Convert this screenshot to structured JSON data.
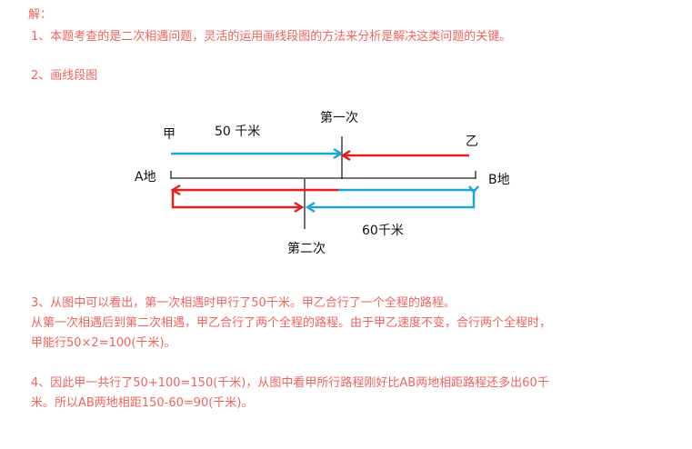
{
  "solution": {
    "heading": "解：",
    "p1": "1、本题考查的是二次相遇问题，灵活的运用画线段图的方法来分析是解决这类问题的关键。",
    "p2": "2、画线段图",
    "p3_1": "3、从图中可以看出，第一次相遇时甲行了50千米。甲乙合行了一个全程的路程。",
    "p3_2": "从第一次相遇后到第二次相遇，甲乙合行了两个全程的路程。由于甲乙速度不变，合行两个全程时，",
    "p3_3": "甲能行50×2=100(千米)。",
    "p4_1": "4、因此甲一共行了50+100=150(千米)，从图中看甲所行路程刚好比AB两地相距路程还多出60千",
    "p4_2": "米。所以AB两地相距150-60=90(千米)。"
  },
  "diagram": {
    "label_jia": "甲",
    "label_yi": "乙",
    "label_50km": "50 千米",
    "label_first_meet": "第一次",
    "label_a": "A地",
    "label_b": "B地",
    "label_60km": "60千米",
    "label_second_meet": "第二次",
    "colors": {
      "jia": "#1aa7d8",
      "yi": "#e41f1f",
      "text_red": "#f0625f"
    }
  }
}
